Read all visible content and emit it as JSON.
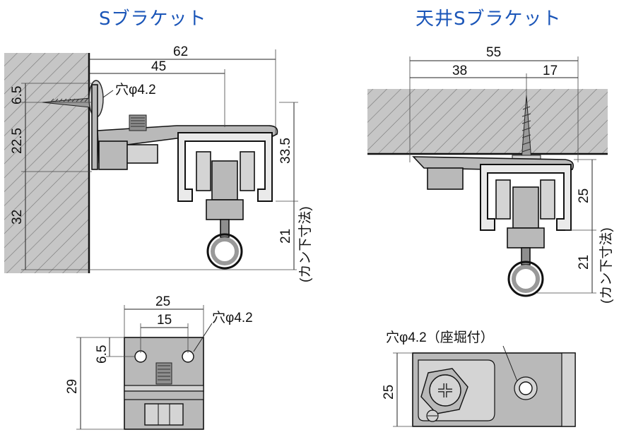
{
  "titles": {
    "left": "Sブラケット",
    "right": "天井Sブラケット"
  },
  "left_diagram": {
    "dim_width_total": "62",
    "dim_width_inner": "45",
    "dim_height_top": "6.5",
    "dim_height_mid": "22.5",
    "dim_height_bottom": "32",
    "dim_right_upper": "33.5",
    "dim_right_lower": "21",
    "hole_label": "穴φ4.2",
    "side_note": "(カン下寸法)"
  },
  "right_diagram": {
    "dim_width_total": "55",
    "dim_width_left": "38",
    "dim_width_right": "17",
    "dim_right_upper": "25",
    "dim_right_lower": "21",
    "side_note": "(カン下寸法)"
  },
  "bottom_left": {
    "dim_width_total": "25",
    "dim_width_inner": "15",
    "dim_height_top": "6.5",
    "dim_height_total": "29",
    "hole_label": "穴φ4.2"
  },
  "bottom_right": {
    "dim_height": "25",
    "hole_label": "穴φ4.2（座堀付）"
  },
  "colors": {
    "title": "#1a55b8",
    "part_fill": "#b9b9b9",
    "wall_fill": "#c8c8c8"
  }
}
